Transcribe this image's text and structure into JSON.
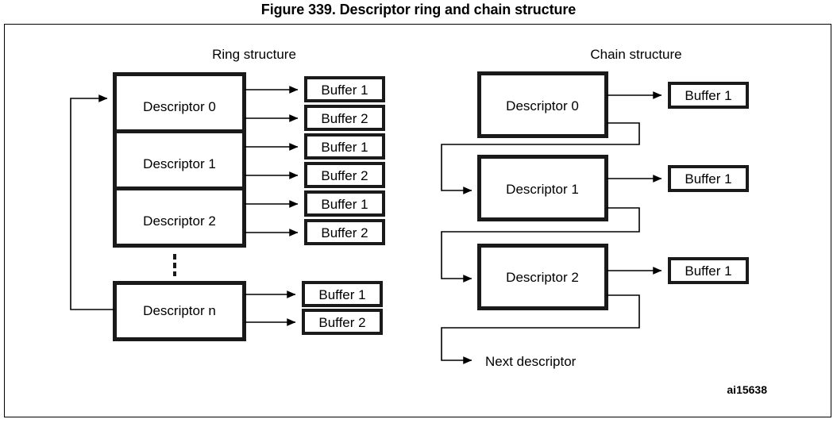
{
  "figure": {
    "title": "Figure 339. Descriptor ring and chain structure",
    "code": "ai15638"
  },
  "ring": {
    "heading": "Ring structure",
    "descriptors": [
      {
        "label": "Descriptor 0"
      },
      {
        "label": "Descriptor 1"
      },
      {
        "label": "Descriptor 2"
      },
      {
        "label": "Descriptor n"
      }
    ],
    "buffers": [
      {
        "label": "Buffer 1"
      },
      {
        "label": "Buffer 2"
      },
      {
        "label": "Buffer 1"
      },
      {
        "label": "Buffer 2"
      },
      {
        "label": "Buffer 1"
      },
      {
        "label": "Buffer 2"
      },
      {
        "label": "Buffer 1"
      },
      {
        "label": "Buffer 2"
      }
    ]
  },
  "chain": {
    "heading": "Chain structure",
    "descriptors": [
      {
        "label": "Descriptor 0"
      },
      {
        "label": "Descriptor 1"
      },
      {
        "label": "Descriptor 2"
      }
    ],
    "buffers": [
      {
        "label": "Buffer 1"
      },
      {
        "label": "Buffer 1"
      },
      {
        "label": "Buffer 1"
      }
    ],
    "next_label": "Next descriptor"
  },
  "colors": {
    "line": "#000000",
    "box_stroke": "#1a1a1a",
    "background": "#ffffff"
  }
}
